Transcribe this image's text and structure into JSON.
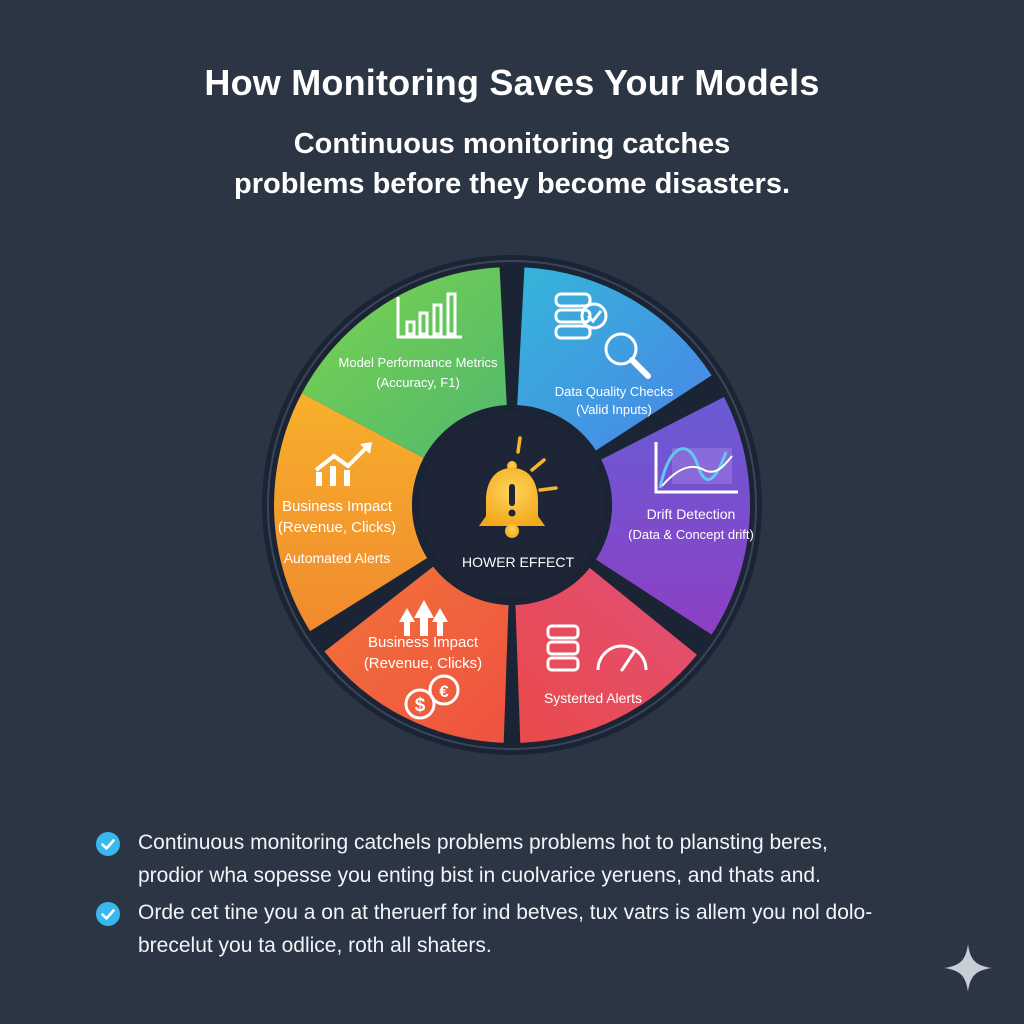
{
  "title": "How Monitoring Saves Your Models",
  "subtitle": {
    "line1": "Continuous monitoring catches",
    "line2": "problems before they become disasters."
  },
  "colors": {
    "background": "#2b3544",
    "ring": "#1d2636",
    "center": "#1a2233",
    "green": "#6cc94f",
    "blue": "#3aa8e6",
    "purple": "#7b4fc9",
    "red": "#e64a55",
    "orange_red": "#f06a35",
    "orange": "#f5a623",
    "bell": "#f7b52a",
    "check": "#38b8ef"
  },
  "wheel": {
    "center": {
      "icon": "bell-alert-icon",
      "label": "HOWER EFFECT"
    },
    "segments": [
      {
        "id": "model-performance",
        "icon": "bar-chart-icon",
        "lines": [
          "Model Performance Metrics",
          "(Accuracy, F1)"
        ]
      },
      {
        "id": "data-quality",
        "icon": "database-magnifier-icon",
        "lines": [
          "Data Quality Checks",
          "(Valid Inputs)"
        ]
      },
      {
        "id": "drift-detection",
        "icon": "drift-curve-icon",
        "lines": [
          "Drift Detection",
          "(Data & Concept drift)"
        ]
      },
      {
        "id": "systerted-alerts",
        "icon": "server-gauge-icon",
        "lines": [
          "Systerted Alerts"
        ]
      },
      {
        "id": "business-impact-lower",
        "icon": "up-arrows-icon",
        "icon2": "currency-coins-icon",
        "lines": [
          "Business Impact",
          "(Revenue, Clicks)"
        ]
      },
      {
        "id": "business-impact-left",
        "icon": "trend-up-icon",
        "lines": [
          "Business Impact",
          "(Revenue, Clicks)",
          "Automated Alerts"
        ]
      }
    ]
  },
  "bullets": [
    {
      "icon": "check-circle-icon",
      "lines": [
        "Continuous monitoring catchels problems problems hot to plansting beres,",
        "prodior wha sopesse you enting bist in cuolvarice yeruens, and thats and."
      ]
    },
    {
      "icon": "check-circle-icon",
      "lines": [
        "Orde cet tine you a on at theruerf for ind betves, tux vatrs is allem you nol dolo-",
        "brecelut you ta odlice, roth all shaters."
      ]
    }
  ]
}
